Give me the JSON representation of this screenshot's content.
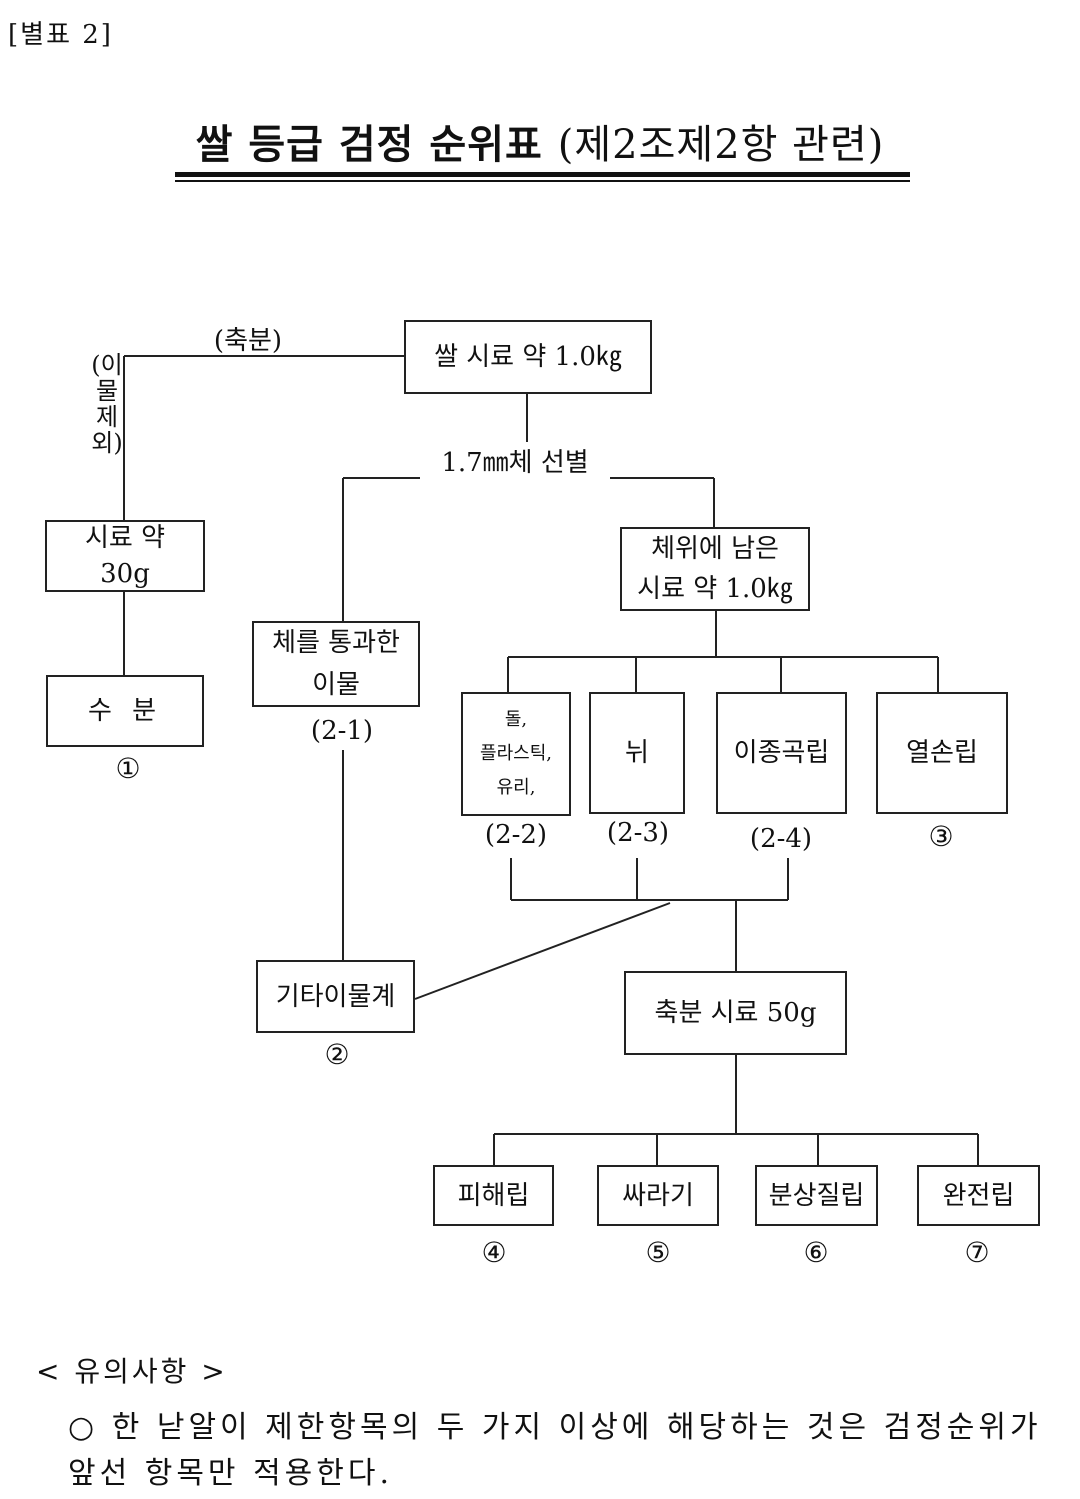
{
  "doc": {
    "tag": "[별표 2]",
    "title": "쌀 등급 검정 순위표",
    "title_ref": "(제2조제2항 관련)"
  },
  "diagram": {
    "root": "쌀 시료 약 1.0㎏",
    "split_left_label": "(축분)",
    "left_vertical_label": "(이물제외)",
    "sieve_label": "1.7㎜체 선별",
    "sample30": [
      "시료 약",
      "30g"
    ],
    "moisture": "수 분",
    "moisture_num": "①",
    "passed": [
      "체를 통과한",
      "이물"
    ],
    "passed_code": "(2-1)",
    "remain": [
      "체위에 남은",
      "시료 약 1.0㎏"
    ],
    "stone": [
      "돌,",
      "플라스틱,",
      "유리,"
    ],
    "stone_code": "(2-2)",
    "husk": "뉘",
    "husk_code": "(2-3)",
    "other_grain": "이종곡립",
    "other_grain_code": "(2-4)",
    "inferior": "열손립",
    "inferior_num": "③",
    "other_foreign": "기타이물계",
    "other_foreign_num": "②",
    "reduced": "축분 시료 50g",
    "damaged": "피해립",
    "damaged_num": "④",
    "broken": "싸라기",
    "broken_num": "⑤",
    "chalky": "분상질립",
    "chalky_num": "⑥",
    "whole": "완전립",
    "whole_num": "⑦"
  },
  "notes": {
    "heading": "< 유의사항 >",
    "item": "○ 한 낟알이 제한항목의 두 가지 이상에 해당하는 것은 검정순위가 앞선 항목만 적용한다."
  }
}
